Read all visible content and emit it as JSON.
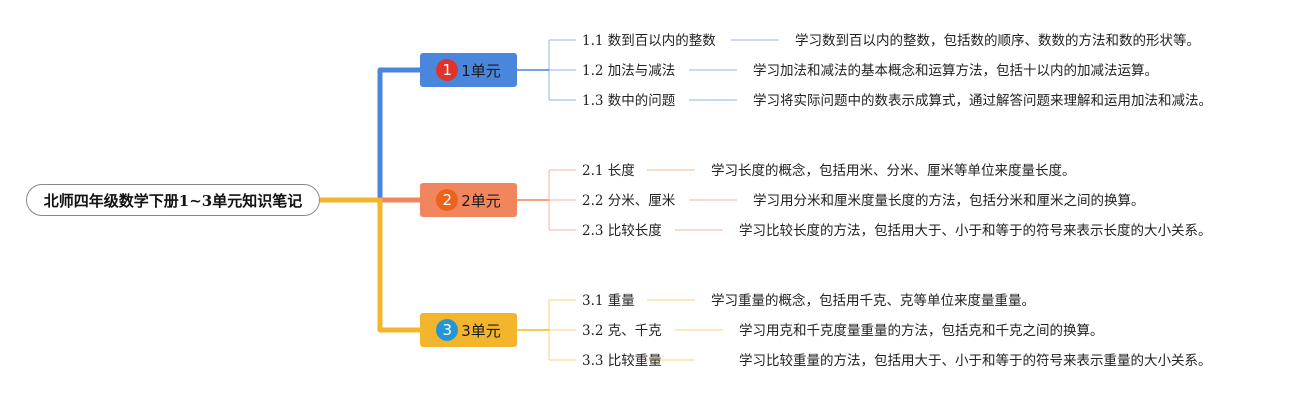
{
  "root": {
    "label": "北师四年级数学下册1~3单元知识笔记"
  },
  "branches": [
    {
      "badge": "1",
      "title": "1单元",
      "color": "#4a86dc",
      "badge_color": "#e0332a",
      "topics": [
        {
          "label": "1.1 数到百以内的整数",
          "desc": "学习数到百以内的整数，包括数的顺序、数数的方法和数的形状等。"
        },
        {
          "label": "1.2 加法与减法",
          "desc": "学习加法和减法的基本概念和运算方法，包括十以内的加减法运算。"
        },
        {
          "label": "1.3 数中的问题",
          "desc": "学习将实际问题中的数表示成算式，通过解答问题来理解和运用加法和减法。"
        }
      ]
    },
    {
      "badge": "2",
      "title": "2单元",
      "color": "#f0855e",
      "badge_color": "#e8641c",
      "topics": [
        {
          "label": "2.1 长度",
          "desc": "学习长度的概念，包括用米、分米、厘米等单位来度量长度。"
        },
        {
          "label": "2.2 分米、厘米",
          "desc": "学习用分米和厘米度量长度的方法，包括分米和厘米之间的换算。"
        },
        {
          "label": "2.3 比较长度",
          "desc": "学习比较长度的方法，包括用大于、小于和等于的符号来表示长度的大小关系。"
        }
      ]
    },
    {
      "badge": "3",
      "title": "3单元",
      "color": "#f2b52b",
      "badge_color": "#2496d6",
      "topics": [
        {
          "label": "3.1 重量",
          "desc": "学习重量的概念，包括用千克、克等单位来度量重量。"
        },
        {
          "label": "3.2 克、千克",
          "desc": "学习用克和千克度量重量的方法，包括克和千克之间的换算。"
        },
        {
          "label": "3.3 比较重量",
          "desc": "学习比较重量的方法，包括用大于、小于和等于的符号来表示重量的大小关系。"
        }
      ]
    }
  ]
}
